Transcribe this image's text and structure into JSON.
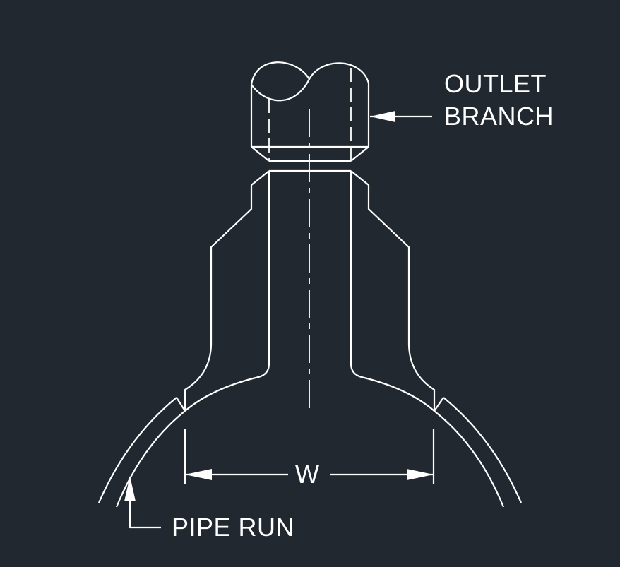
{
  "labels": {
    "outlet_line1": "OUTLET",
    "outlet_line2": "BRANCH",
    "width": "W",
    "pipe_run": "PIPE RUN"
  },
  "colors": {
    "background": "#212830",
    "line": "#ffffff"
  }
}
